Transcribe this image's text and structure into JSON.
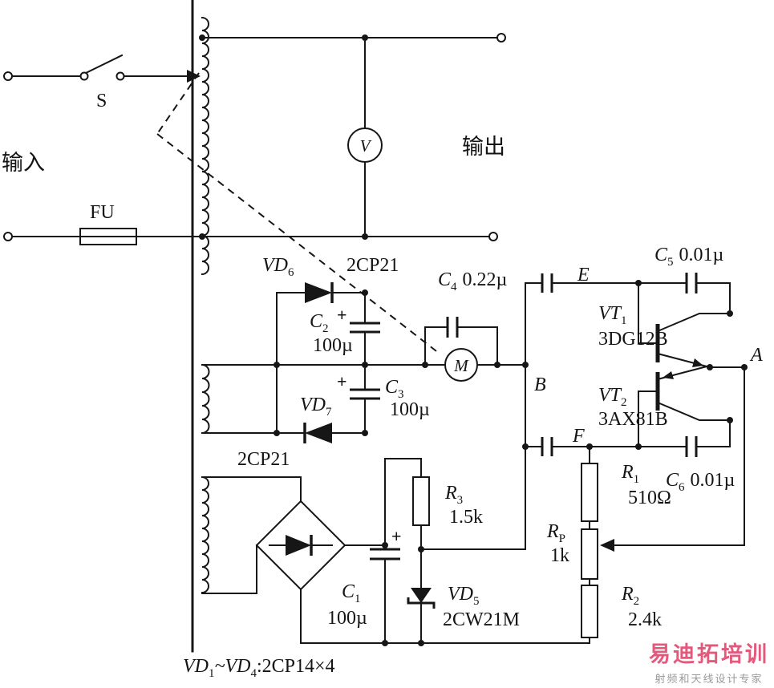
{
  "labels": {
    "input": "输入",
    "output": "输出",
    "switch": "S",
    "fuse": "FU",
    "voltmeter": "V",
    "motor": "M",
    "node_a": "A",
    "node_b": "B",
    "node_e": "E",
    "node_f": "F",
    "plus": "+",
    "vd6": {
      "name": "VD",
      "sub": "6",
      "part": "2CP21"
    },
    "vd7": {
      "name": "VD",
      "sub": "7",
      "part": "2CP21"
    },
    "vd5": {
      "name": "VD",
      "sub": "5",
      "part": "2CW21M"
    },
    "c1": {
      "name": "C",
      "sub": "1",
      "value": "100µ"
    },
    "c2": {
      "name": "C",
      "sub": "2",
      "value": "100µ"
    },
    "c3": {
      "name": "C",
      "sub": "3",
      "value": "100µ"
    },
    "c4": {
      "name": "C",
      "sub": "4",
      "value": "0.22µ"
    },
    "c5": {
      "name": "C",
      "sub": "5",
      "value": "0.01µ"
    },
    "c6": {
      "name": "C",
      "sub": "6",
      "value": "0.01µ"
    },
    "vt1": {
      "name": "VT",
      "sub": "1",
      "part": "3DG12B"
    },
    "vt2": {
      "name": "VT",
      "sub": "2",
      "part": "3AX81B"
    },
    "r1": {
      "name": "R",
      "sub": "1",
      "value": "510Ω"
    },
    "r2": {
      "name": "R",
      "sub": "2",
      "value": "2.4k"
    },
    "r3": {
      "name": "R",
      "sub": "3",
      "value": "1.5k"
    },
    "rp": {
      "name": "R",
      "sub": "P",
      "value": "1k"
    },
    "caption": {
      "p1": "VD",
      "s1": "1",
      "p2": "~VD",
      "s2": "4",
      "p3": ":2CP14×4"
    }
  },
  "watermark": {
    "title": "易迪拓培训",
    "subtitle": "射频和天线设计专家"
  }
}
